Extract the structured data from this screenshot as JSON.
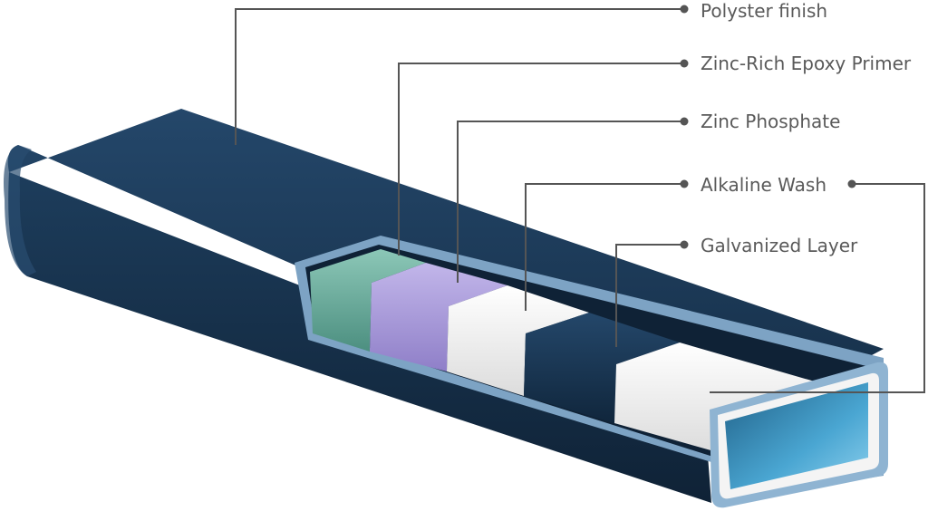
{
  "layers": [
    {
      "label": "Polyster finish",
      "color": "#16324d"
    },
    {
      "label": "Zinc-Rich Epoxy Primer",
      "color": "#6fae9f"
    },
    {
      "label": "Zinc Phosphate",
      "color": "#a394d6"
    },
    {
      "label": "Alkaline Wash",
      "color": "#eeeeee"
    },
    {
      "label": "Galvanized Layer",
      "color": "#16324d"
    }
  ],
  "colors": {
    "tube_dark": "#0f2236",
    "tube_mid": "#1a3a57",
    "rim": "#7da3c4",
    "interior": "#5fb3d9",
    "inner_white": "#f4f4f4",
    "leader": "#555555"
  }
}
